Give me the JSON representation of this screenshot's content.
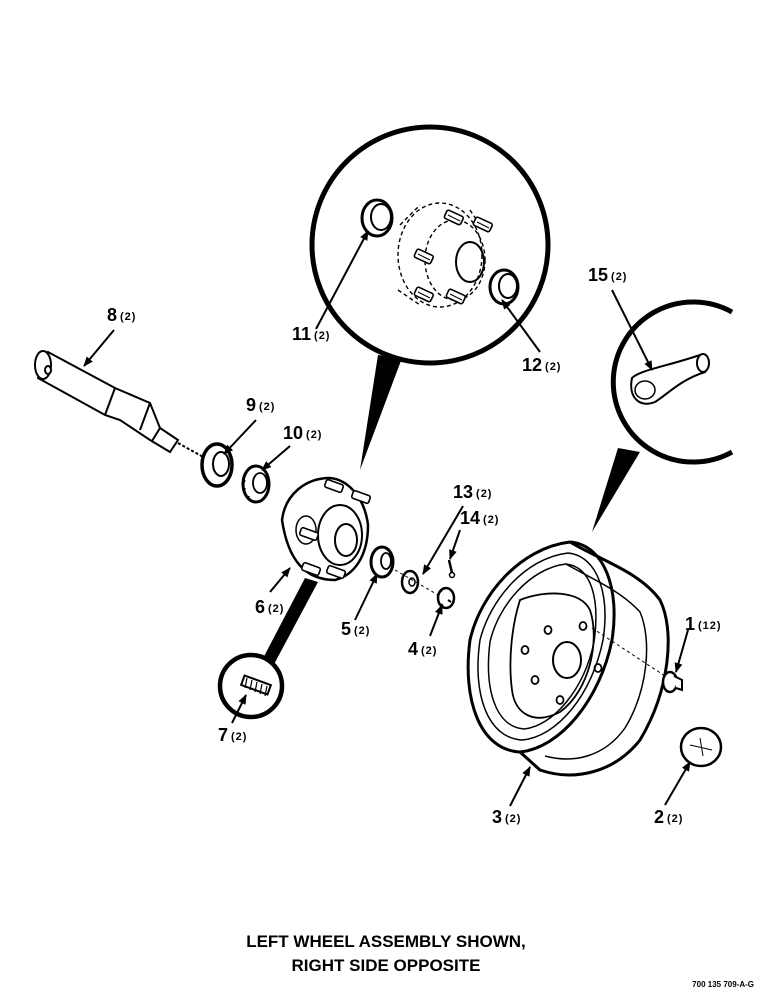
{
  "callouts": [
    {
      "id": "1",
      "number": "1",
      "qty": "(12)"
    },
    {
      "id": "2",
      "number": "2",
      "qty": "(2)"
    },
    {
      "id": "3",
      "number": "3",
      "qty": "(2)"
    },
    {
      "id": "4",
      "number": "4",
      "qty": "(2)"
    },
    {
      "id": "5",
      "number": "5",
      "qty": "(2)"
    },
    {
      "id": "6",
      "number": "6",
      "qty": "(2)"
    },
    {
      "id": "7",
      "number": "7",
      "qty": "(2)"
    },
    {
      "id": "8",
      "number": "8",
      "qty": "(2)"
    },
    {
      "id": "9",
      "number": "9",
      "qty": "(2)"
    },
    {
      "id": "10",
      "number": "10",
      "qty": "(2)"
    },
    {
      "id": "11",
      "number": "11",
      "qty": "(2)"
    },
    {
      "id": "12",
      "number": "12",
      "qty": "(2)"
    },
    {
      "id": "13",
      "number": "13",
      "qty": "(2)"
    },
    {
      "id": "14",
      "number": "14",
      "qty": "(2)"
    },
    {
      "id": "15",
      "number": "15",
      "qty": "(2)"
    }
  ],
  "caption": {
    "line1": "LEFT WHEEL ASSEMBLY SHOWN,",
    "line2": "RIGHT SIDE OPPOSITE"
  },
  "drawing_number": "700 135 709-A-G"
}
